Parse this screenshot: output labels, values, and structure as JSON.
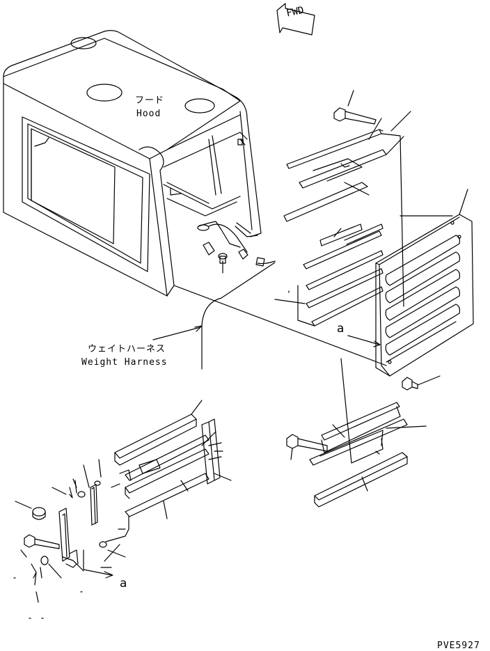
{
  "labels": {
    "hood_jp": "フード",
    "hood_en": "Hood",
    "harness_jp": "ウェイトハーネス",
    "harness_en": "Weight Harness",
    "ref_a_top": "a",
    "ref_a_bottom": "a",
    "fwd": "FWD",
    "drawing_no": "PVE5927"
  }
}
